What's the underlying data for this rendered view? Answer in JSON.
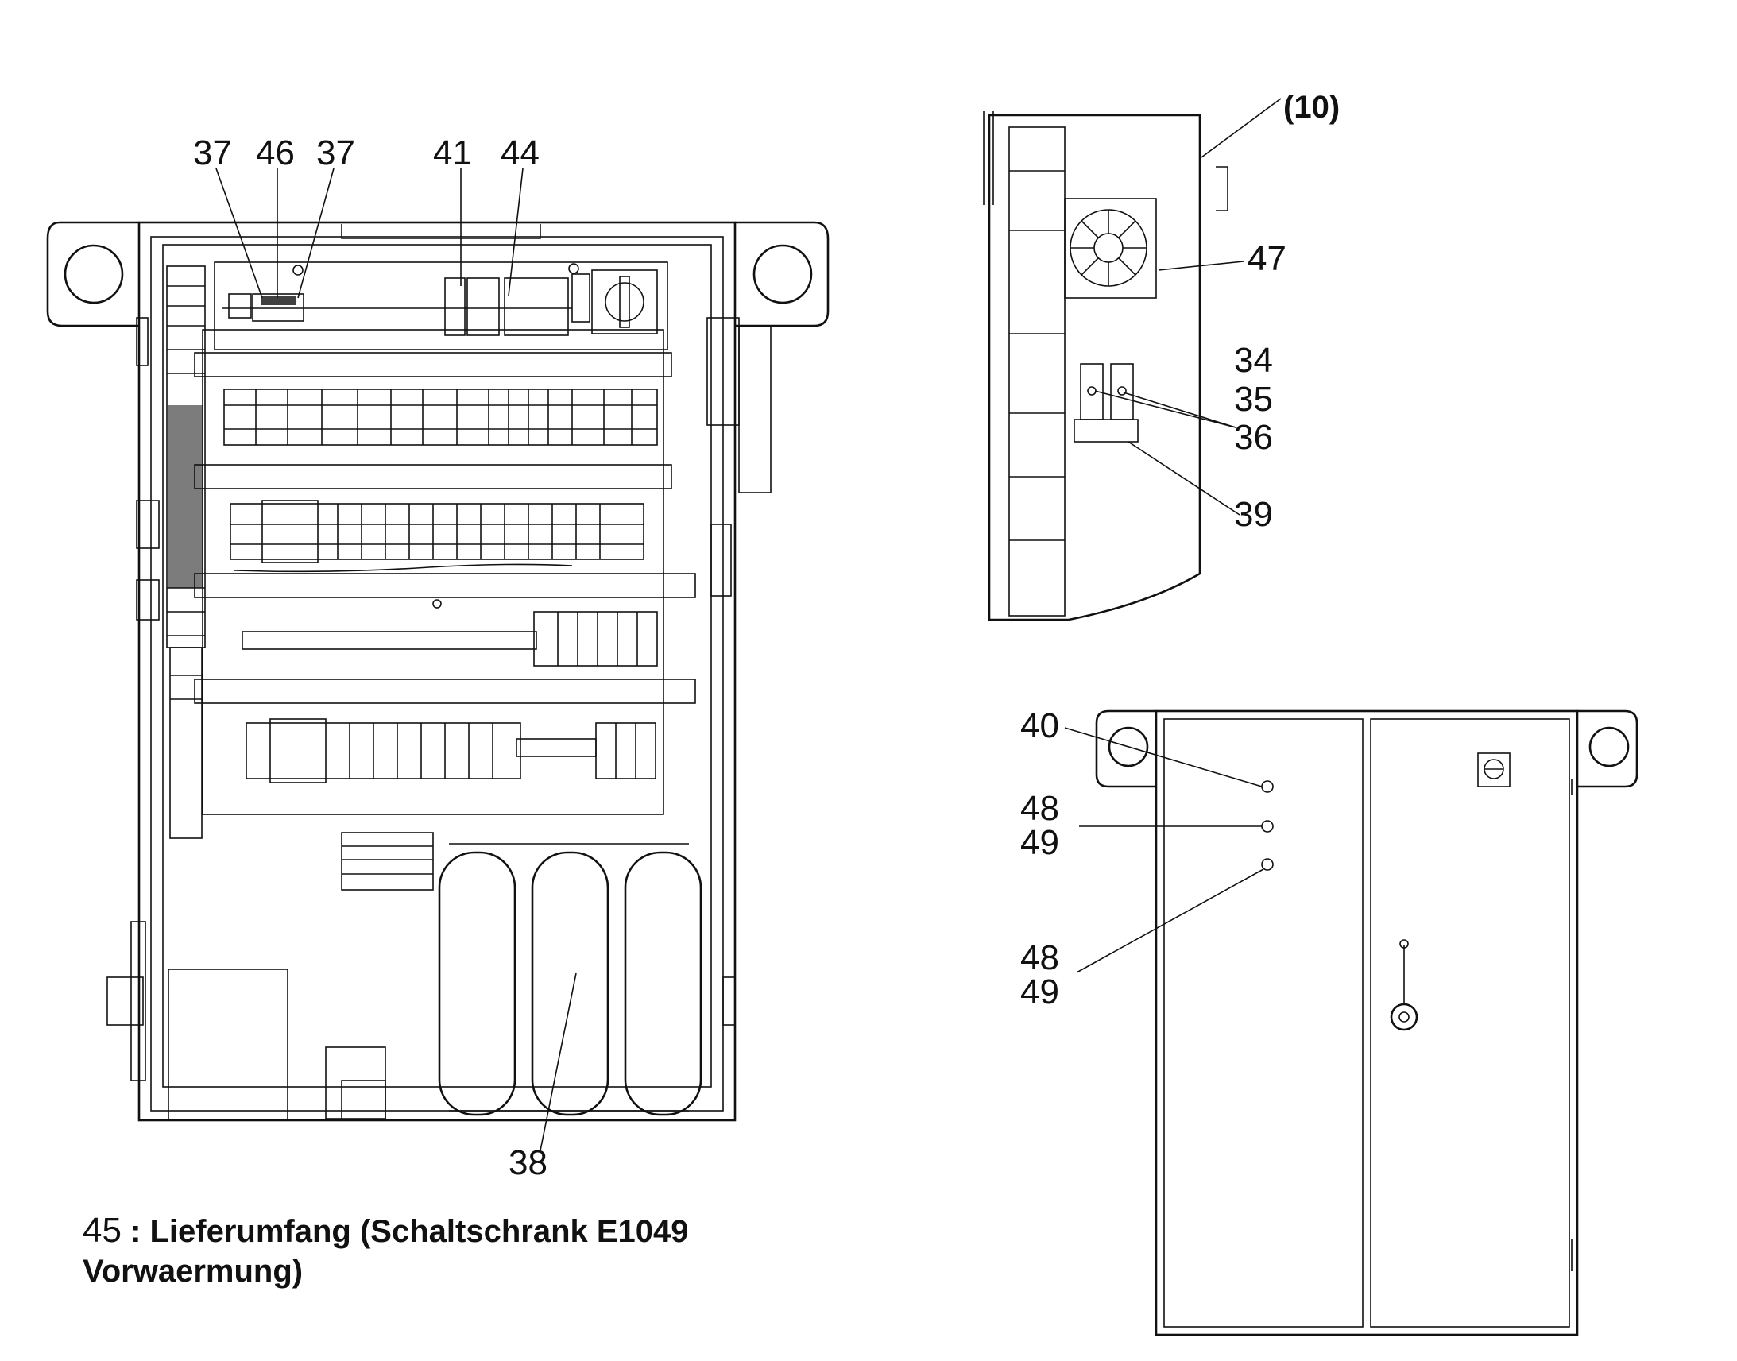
{
  "callouts": {
    "c37a": "37",
    "c46": "46",
    "c37b": "37",
    "c41": "41",
    "c44": "44",
    "c38": "38",
    "c10": "(10)",
    "c47": "47",
    "c34": "34",
    "c35": "35",
    "c36": "36",
    "c39": "39",
    "c40": "40",
    "c48a": "48",
    "c49a": "49",
    "c48b": "48",
    "c49b": "49"
  },
  "caption": {
    "number": "45",
    "separator": " : ",
    "line1": "Lieferumfang  (Schaltschrank E1049",
    "line2": "Vorwaermung)"
  },
  "icons": [
    "fan-icon",
    "main-switch-icon",
    "door-handle-icon"
  ]
}
